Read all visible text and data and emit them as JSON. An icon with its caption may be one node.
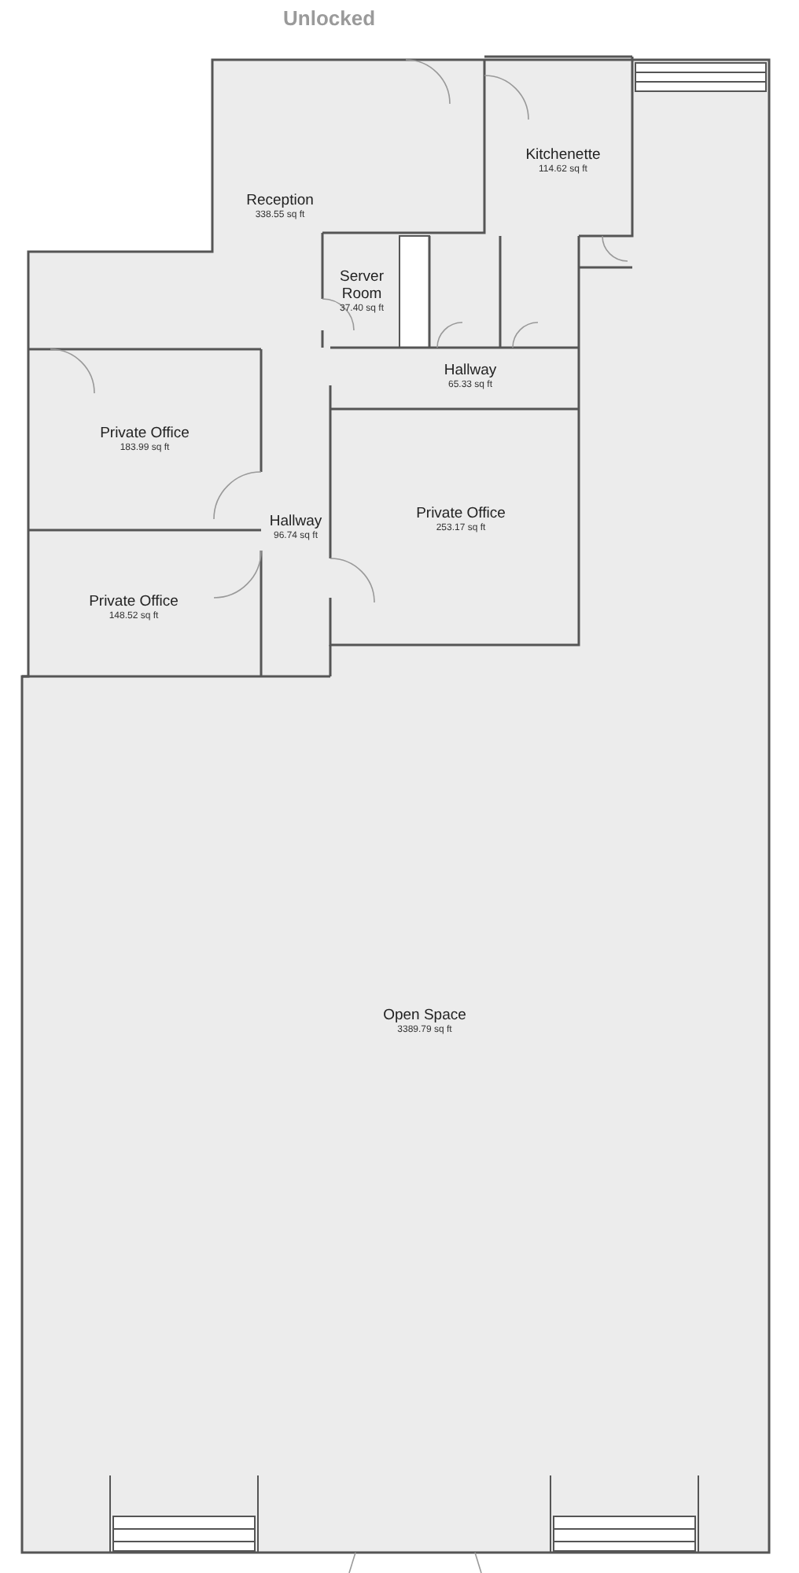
{
  "diagram": {
    "nodes": [
      {
        "text": [
          "Reception",
          "338.55 sq ft"
        ]
      },
      {
        "text": [
          "Kitchenette",
          "114.62 sq ft"
        ]
      },
      {
        "text": [
          "Server Room",
          "37.40 sq ft"
        ]
      },
      {
        "text": [
          "Hallway",
          "65.33 sq ft"
        ]
      },
      {
        "text": [
          "Private Office",
          "183.99 sq ft"
        ]
      },
      {
        "text": [
          "Hallway",
          "96.74 sq ft"
        ]
      },
      {
        "text": [
          "Private Office",
          "253.17 sq ft"
        ]
      },
      {
        "text": [
          "Private Office",
          "148.52 sq ft"
        ]
      },
      {
        "text": [
          "Open Space",
          "3389.79 sq ft"
        ]
      }
    ],
    "labels": [
      "Unlocked"
    ]
  }
}
